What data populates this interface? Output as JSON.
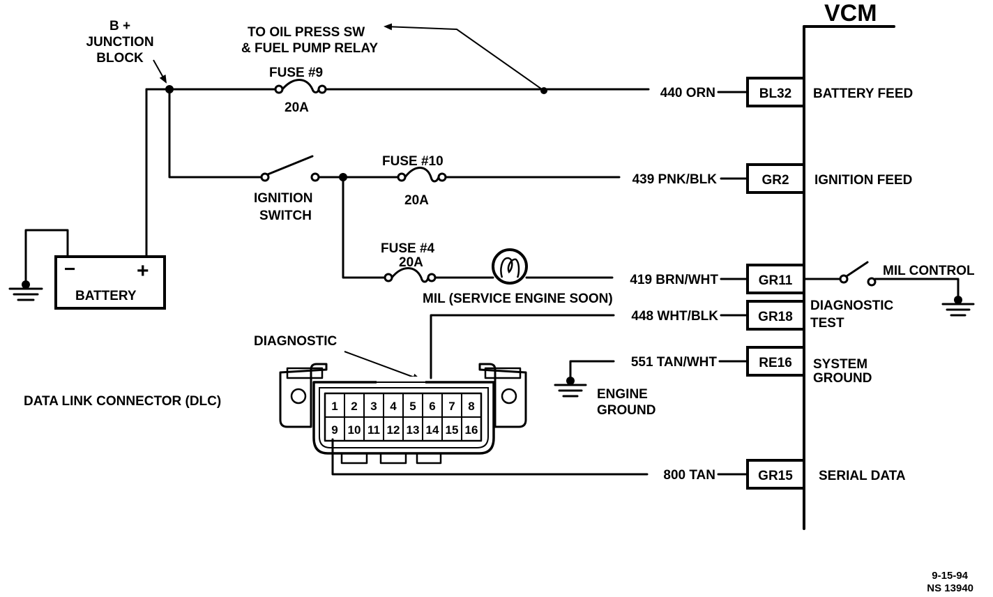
{
  "vcm": {
    "title": "VCM"
  },
  "junction": {
    "line1": "B +",
    "line2": "JUNCTION",
    "line3": "BLOCK"
  },
  "oil_note": {
    "line1": "TO OIL PRESS SW",
    "line2": "& FUEL PUMP RELAY"
  },
  "fuses": [
    {
      "label": "FUSE #9",
      "rating": "20A"
    },
    {
      "label": "FUSE #10",
      "rating": "20A"
    },
    {
      "label": "FUSE #4",
      "rating": "20A"
    }
  ],
  "ignition_switch": {
    "line1": "IGNITION",
    "line2": "SWITCH"
  },
  "battery": {
    "label": "BATTERY",
    "neg": "−",
    "pos": "+"
  },
  "mil": {
    "label": "MIL (SERVICE ENGINE SOON)"
  },
  "mil_control": {
    "label": "MIL CONTROL"
  },
  "circuits": [
    {
      "wire": "440 ORN",
      "code": "BL32",
      "desc1": "BATTERY FEED",
      "desc2": ""
    },
    {
      "wire": "439 PNK/BLK",
      "code": "GR2",
      "desc1": "IGNITION FEED",
      "desc2": ""
    },
    {
      "wire": "419 BRN/WHT",
      "code": "GR11",
      "desc1": "DIAGNOSTIC",
      "desc2": "TEST"
    },
    {
      "wire": "448 WHT/BLK",
      "code": "GR18",
      "desc1": "",
      "desc2": ""
    },
    {
      "wire": "551 TAN/WHT",
      "code": "RE16",
      "desc1": "SYSTEM",
      "desc2": "GROUND"
    },
    {
      "wire": "800 TAN",
      "code": "GR15",
      "desc1": "SERIAL DATA",
      "desc2": ""
    }
  ],
  "engine_ground": {
    "line1": "ENGINE",
    "line2": "GROUND"
  },
  "dlc": {
    "pointer_label": "DIAGNOSTIC",
    "title": "DATA LINK CONNECTOR (DLC)",
    "pins_top": [
      "1",
      "2",
      "3",
      "4",
      "5",
      "6",
      "7",
      "8"
    ],
    "pins_bottom": [
      "9",
      "10",
      "11",
      "12",
      "13",
      "14",
      "15",
      "16"
    ]
  },
  "footer": {
    "date": "9-15-94",
    "ref": "NS 13940"
  }
}
